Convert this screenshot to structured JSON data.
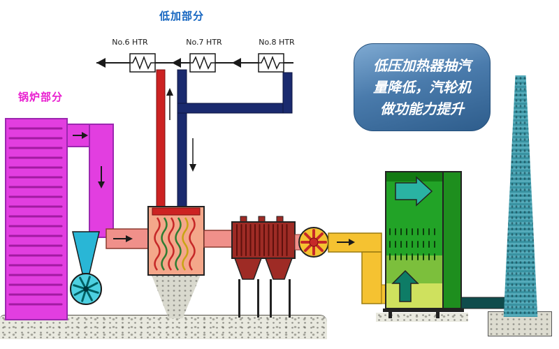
{
  "diagram": {
    "section_labels": {
      "low_pressure": "低加部分",
      "boiler": "锅炉部分"
    },
    "heaters": [
      {
        "label": "No.6 HTR"
      },
      {
        "label": "No.7 HTR"
      },
      {
        "label": "No.8 HTR"
      }
    ],
    "callout": {
      "line1": "低压加热器抽汽",
      "line2": "量降低，汽轮机",
      "line3": "做功能力提升"
    },
    "colors": {
      "low_pressure_label": "#1565C0",
      "boiler_label": "#E91ED0",
      "boiler_body": "#E23EE0",
      "red_pipe": "#CC2222",
      "navy_pipe": "#1A2A6E",
      "duct_salmon": "#F0908A",
      "heat_exchanger": "#F4A78A",
      "esp_red": "#9E2B25",
      "fan_yellow": "#F5C231",
      "flue_duct_yellow": "#F5C231",
      "absorber_green_top": "#22A327",
      "absorber_green_bottom": "#CFE15E",
      "chimney_teal": "#3E9FB0",
      "callout_bg": "#3D6F9E"
    }
  }
}
